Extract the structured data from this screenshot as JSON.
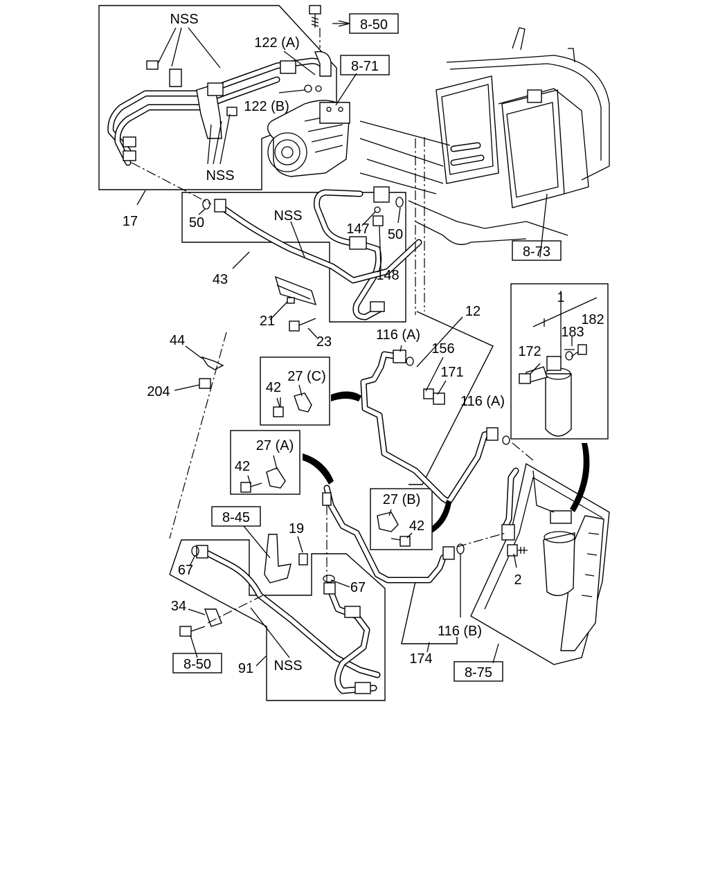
{
  "labels": {
    "nss_top": "NSS",
    "nss_bracket": "NSS",
    "nss_mid": "NSS",
    "nss_bottom": "NSS",
    "p122a": "122 (A)",
    "p122b": "122 (B)",
    "p17": "17",
    "p50a": "50",
    "p50b": "50",
    "p147": "147",
    "p148": "148",
    "p43": "43",
    "p21": "21",
    "p23": "23",
    "p44": "44",
    "p204": "204",
    "p12": "12",
    "p116a_1": "116 (A)",
    "p156": "156",
    "p171": "171",
    "p116a_2": "116 (A)",
    "p1": "1",
    "p182": "182",
    "p183": "183",
    "p172": "172",
    "p42a": "42",
    "p27c": "27 (C)",
    "p27a": "27 (A)",
    "p42b": "42",
    "p27b": "27 (B)",
    "p42c": "42",
    "p19": "19",
    "p67a": "67",
    "p67b": "67",
    "p2": "2",
    "p34": "34",
    "p91": "91",
    "p116b": "116 (B)",
    "p174": "174"
  },
  "refs": {
    "r850_top": "8-50",
    "r871": "8-71",
    "r873": "8-73",
    "r845": "8-45",
    "r850_bottom": "8-50",
    "r875": "8-75"
  }
}
